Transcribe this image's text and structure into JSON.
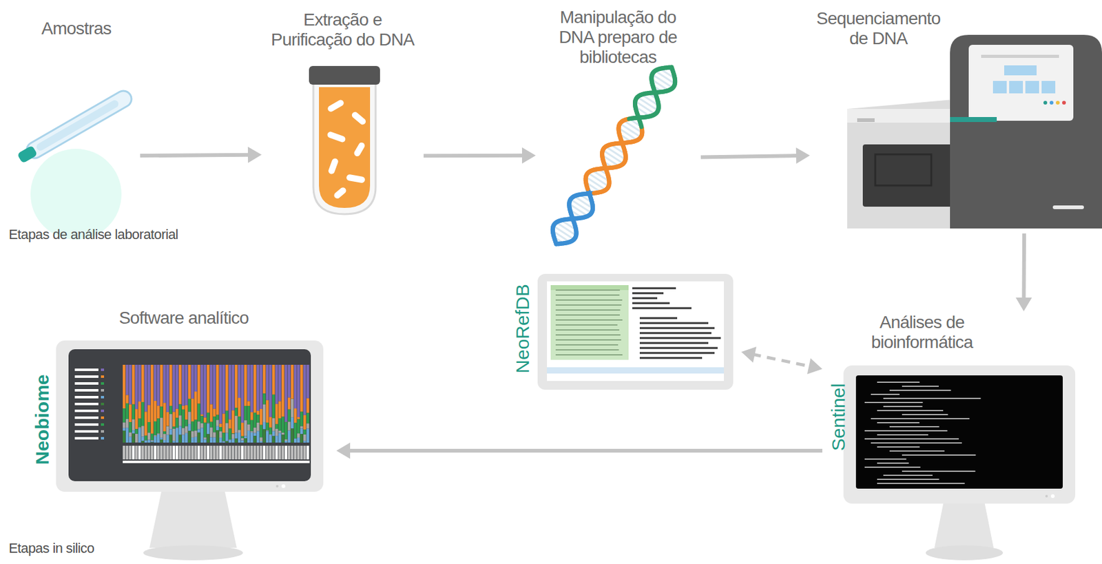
{
  "diagram": {
    "nodes": [
      {
        "text": [
          "Amostras"
        ]
      },
      {
        "text": [
          "Extração e Purificação do DNA"
        ]
      },
      {
        "text": [
          "Manipulação do DNA preparo de bibliotecas"
        ]
      },
      {
        "text": [
          "Sequenciamento de DNA"
        ]
      },
      {
        "text": [
          "Análises de bioinformática",
          "Sentinel"
        ]
      },
      {
        "text": [
          "NeoRefDB"
        ]
      },
      {
        "text": [
          "Software analítico",
          "Neobiome"
        ]
      }
    ],
    "edges": [
      {
        "from": 0,
        "to": 1,
        "arrow": "to"
      },
      {
        "from": 1,
        "to": 2,
        "arrow": "to"
      },
      {
        "from": 2,
        "to": 3,
        "arrow": "to"
      },
      {
        "from": 3,
        "to": 4,
        "arrow": "to"
      },
      {
        "from": 5,
        "to": 4,
        "arrow": "both"
      },
      {
        "from": 4,
        "to": 6,
        "arrow": "to"
      }
    ],
    "labels": [
      "Etapas de análise laboratorial",
      "Etapas in silico"
    ]
  }
}
